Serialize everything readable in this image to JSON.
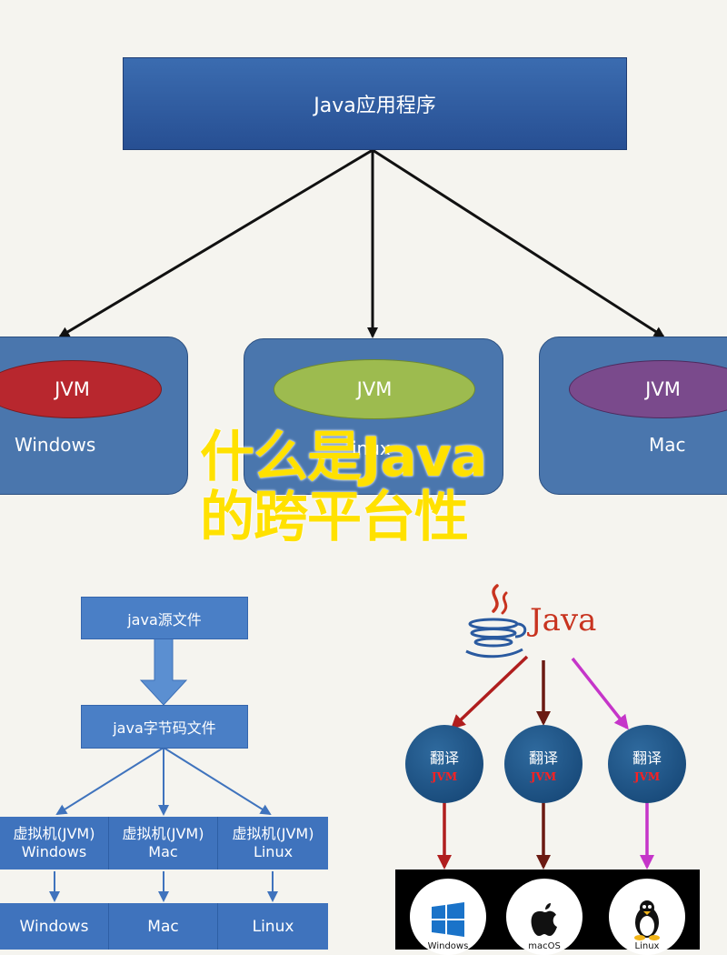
{
  "top": {
    "app_label": "Java应用程序",
    "platforms": [
      {
        "jvm_label": "JVM",
        "os_label": "Windows",
        "jvm_color": "#b8272e"
      },
      {
        "jvm_label": "JVM",
        "os_label": "inux",
        "jvm_color": "#9dbb4f"
      },
      {
        "jvm_label": "JVM",
        "os_label": "Mac",
        "jvm_color": "#7a4a8c"
      }
    ]
  },
  "overlay": {
    "line1": "什么是Java",
    "line2": "的跨平台性"
  },
  "flow": {
    "source_label": "java源文件",
    "bytecode_label": "java字节码文件",
    "vms": [
      {
        "line1": "虚拟机(JVM)",
        "line2": "Windows"
      },
      {
        "line1": "虚拟机(JVM)",
        "line2": "Mac"
      },
      {
        "line1": "虚拟机(JVM)",
        "line2": "Linux"
      }
    ],
    "os": [
      "Windows",
      "Mac",
      "Linux"
    ]
  },
  "java_logo": {
    "word": "Java",
    "icon": "java-coffee-cup-icon"
  },
  "translators": [
    {
      "label": "翻译",
      "sub": "JVM",
      "arrow_color": "#b01e1e"
    },
    {
      "label": "翻译",
      "sub": "JVM",
      "arrow_color": "#6b1a12"
    },
    {
      "label": "翻译",
      "sub": "JVM",
      "arrow_color": "#c535c9"
    }
  ],
  "os_logos": [
    {
      "label": "Windows",
      "icon": "windows-logo-icon"
    },
    {
      "label": "macOS",
      "icon": "apple-logo-icon"
    },
    {
      "label": "Linux",
      "icon": "linux-penguin-icon"
    }
  ]
}
